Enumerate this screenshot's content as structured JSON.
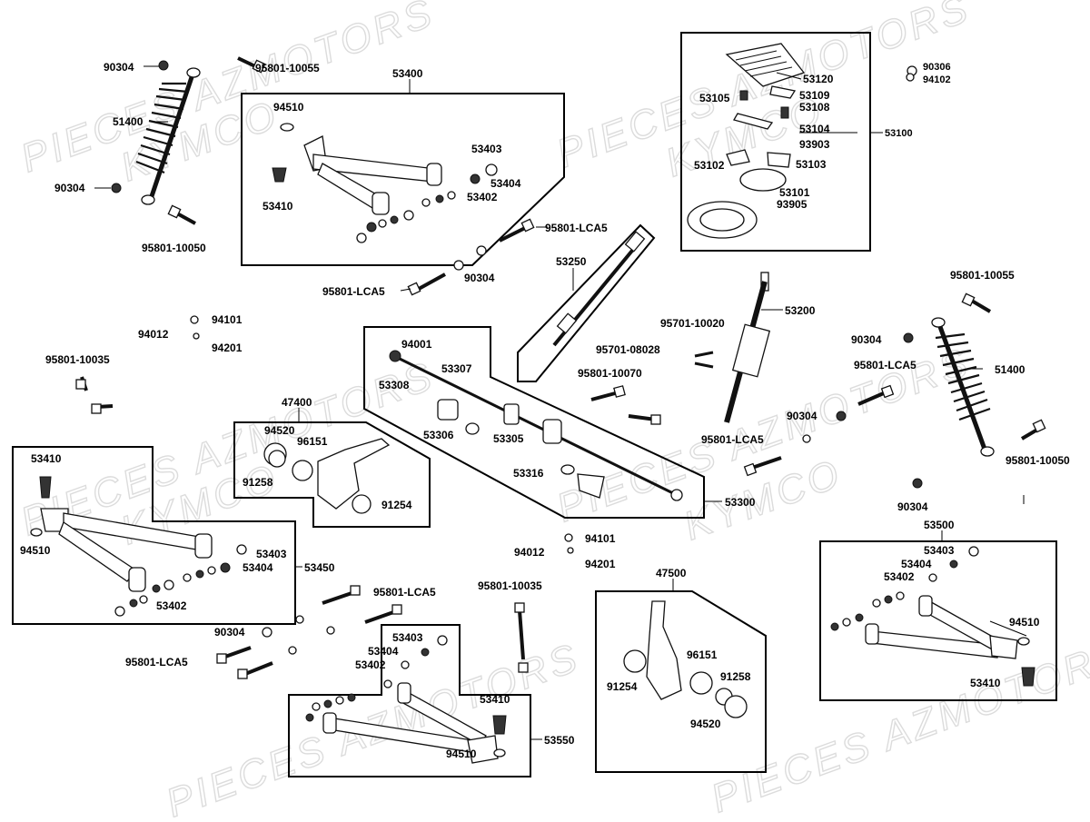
{
  "watermarks": [
    "PIECES AZMOTORS",
    "KYMCO"
  ],
  "groups": {
    "g53400": "53400",
    "g53100": "53100",
    "g53250": "53250",
    "g53300": "53300",
    "g47400": "47400",
    "g53450": "53450",
    "g53550": "53550",
    "g47500": "47500",
    "g53500": "53500",
    "g53200": "53200"
  },
  "labels": {
    "l90304a": "90304",
    "l95801_10055a": "95801-10055",
    "l51400a": "51400",
    "l90304b": "90304",
    "l95801_10050a": "95801-10050",
    "l94510a": "94510",
    "l53403a": "53403",
    "l53404a": "53404",
    "l53402a": "53402",
    "l53410a": "53410",
    "l95801_lca5a": "95801-LCA5",
    "l90304c": "90304",
    "l95801_lca5b": "95801-LCA5",
    "l90306": "90306",
    "l94102": "94102",
    "l53120": "53120",
    "l53105": "53105",
    "l53109": "53109",
    "l53108": "53108",
    "l53104": "53104",
    "l93903": "93903",
    "l53102": "53102",
    "l53103": "53103",
    "l53101": "53101",
    "l93905": "93905",
    "l95701_08028": "95701-08028",
    "l95701_10020": "95701-10020",
    "l95801_10070": "95801-10070",
    "l94101a": "94101",
    "l94012a": "94012",
    "l94201a": "94201",
    "l95801_10035a": "95801-10035",
    "l94001": "94001",
    "l53307": "53307",
    "l53308": "53308",
    "l53306": "53306",
    "l53305": "53305",
    "l53316": "53316",
    "l94520a": "94520",
    "l96151a": "96151",
    "l91258a": "91258",
    "l91254a": "91254",
    "l53410b": "53410",
    "l94510b": "94510",
    "l53403b": "53403",
    "l53404b": "53404",
    "l53402b": "53402",
    "l95801_10055b": "95801-10055",
    "l90304d": "90304",
    "l95801_lca5c": "95801-LCA5",
    "l51400b": "51400",
    "l90304e": "90304",
    "l95801_lca5d": "95801-LCA5",
    "l95801_10050b": "95801-10050",
    "l90304f": "90304",
    "l94101b": "94101",
    "l94012b": "94012",
    "l94201b": "94201",
    "l95801_lca5e": "95801-LCA5",
    "l90304g": "90304",
    "l95801_lca5f": "95801-LCA5",
    "l95801_10035b": "95801-10035",
    "l53403c": "53403",
    "l53404c": "53404",
    "l53402c": "53402",
    "l53410c": "53410",
    "l94510c": "94510",
    "l91254b": "91254",
    "l96151b": "96151",
    "l91258b": "91258",
    "l94520b": "94520",
    "l53403d": "53403",
    "l53404d": "53404",
    "l53402d": "53402",
    "l94510d": "94510",
    "l53410d": "53410"
  }
}
